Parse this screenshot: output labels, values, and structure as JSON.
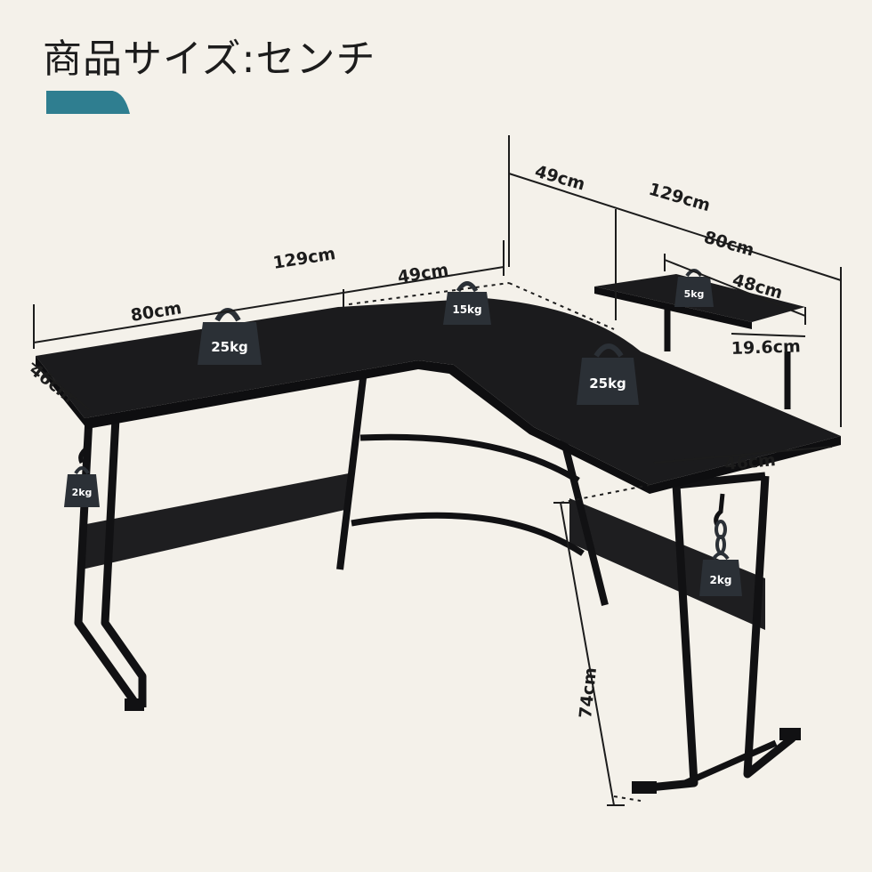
{
  "title": "商品サイズ:センチ",
  "colors": {
    "background": "#f4f1ea",
    "accent": "#2f7e90",
    "desk": "#1b1b1d",
    "frame": "#111113",
    "weight": "#2b3036"
  },
  "dimensions": {
    "left_total": "129cm",
    "left_a": "80cm",
    "left_b": "49cm",
    "left_depth": "46cm",
    "right_total": "129cm",
    "right_a": "49cm",
    "right_b": "80cm",
    "shelf_width": "48cm",
    "shelf_depth": "19.6cm",
    "right_depth": "46cm",
    "height": "74cm"
  },
  "weights": {
    "left_desk": "25kg",
    "corner": "15kg",
    "right_desk": "25kg",
    "shelf": "5kg",
    "left_hook": "2kg",
    "right_hook": "2kg"
  }
}
